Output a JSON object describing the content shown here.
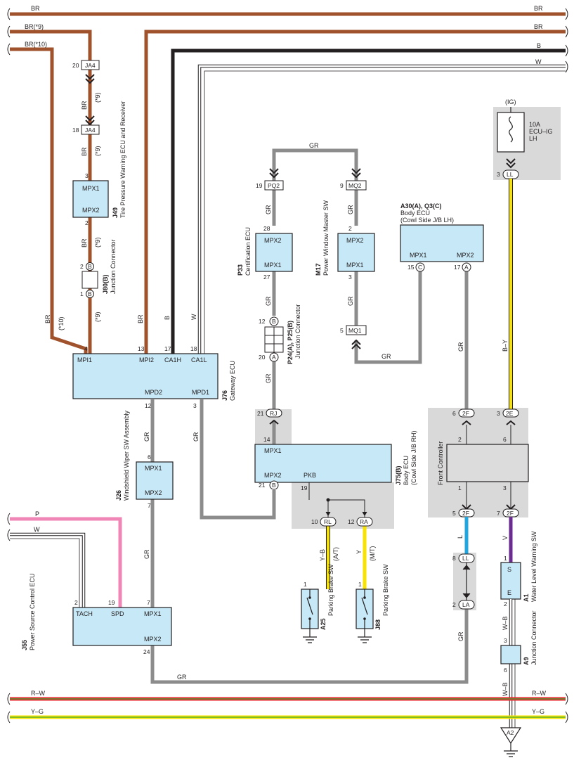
{
  "colors": {
    "BR": "#a0522d",
    "B": "#231f20",
    "GR": "#8c8c8c",
    "P": "#ef86b6",
    "Y": "#f7e200",
    "L": "#1fa6e0",
    "V": "#6a2c91",
    "R": "#e8262d",
    "G": "#3aa935",
    "W": "#ffffff"
  },
  "buses": {
    "br_top": "BR",
    "br_9": "BR(*9)",
    "br_10": "BR(*10)",
    "br_right1": "BR",
    "br_right2": "BR",
    "b_right": "B",
    "w_right": "W",
    "p_left": "P",
    "w_left": "W",
    "rw_left": "R–W",
    "rw_right": "R–W",
    "yg_left": "Y–G",
    "yg_right": "Y–G"
  },
  "components": {
    "j49": {
      "id": "J49",
      "name": "Tire Pressure Warning ECU and Receiver",
      "pin_top": "MPX1",
      "pin_bottom": "MPX2"
    },
    "j80": {
      "id": "J80(B)",
      "name": "Junction Connector"
    },
    "j76": {
      "id": "J76",
      "name": "Gateway ECU",
      "pins": [
        "MPI1",
        "MPI2",
        "CA1H",
        "CA1L",
        "MPD2",
        "MPD1"
      ]
    },
    "p33": {
      "id": "P33",
      "name": "Certification ECU",
      "pin_top": "MPX2",
      "pin_bottom": "MPX1"
    },
    "m17": {
      "id": "M17",
      "name": "Power Window Master SW",
      "pin_top": "MPX2",
      "pin_bottom": "MPX1"
    },
    "body_ecu": {
      "id": "A30(A), Q3(C)",
      "name": "Body ECU",
      "sub": "(Cowl Side J/B LH)",
      "pin_left": "MPX1",
      "pin_right": "MPX2"
    },
    "p24": {
      "id": "P24(A), P25(B)",
      "name": "Junction Connector"
    },
    "j75": {
      "id": "J75(B)",
      "name": "Body ECU",
      "sub": "(Cowl Side J/B RH)",
      "pin_top": "MPX1",
      "pin_bottom": "MPX2",
      "pin_pkb": "PKB"
    },
    "j26": {
      "id": "J26",
      "name": "Windshield Wiper SW Assembly",
      "pin_top": "MPX1",
      "pin_bottom": "MPX2"
    },
    "j55": {
      "id": "J55",
      "name": "Power Source Control ECU",
      "pins": [
        "TACH",
        "SPD",
        "MPX1",
        "MPX2"
      ]
    },
    "front_controller": {
      "name": "Front Controller"
    },
    "fuse": {
      "ig": "(IG)",
      "rating": "10A",
      "name": "ECU–IG",
      "side": "LH"
    },
    "a25": {
      "id": "A25",
      "name": "Parking Brake SW"
    },
    "j88": {
      "id": "J88",
      "name": "Parking Brake SW"
    },
    "a1": {
      "id": "A1",
      "name": "Water Level Warning SW",
      "pin_top": "S",
      "pin_bottom": "E"
    },
    "a9": {
      "id": "A9",
      "name": "Junction Connector"
    },
    "a2": {
      "id": "A2"
    }
  },
  "connectors": {
    "ja4_a": "JA4",
    "ja4_b": "JA4",
    "pq2": "PQ2",
    "mq2": "MQ2",
    "mq1": "MQ1",
    "rj": "RJ",
    "rl": "RL",
    "ra": "RA",
    "f2f_a": "2F",
    "f2e": "2E",
    "f2f_b": "2F",
    "f2f_c": "2F",
    "ll_a": "LL",
    "ll_b": "LL",
    "la": "LA",
    "b_a": "B",
    "b_b": "B",
    "b_c": "B",
    "a_a": "A",
    "c_a": "C",
    "a_b": "A",
    "b_d": "B"
  },
  "pins": {
    "ja4_a": "20",
    "ja4_b": "18",
    "j49_top": "3",
    "j49_bottom": "2",
    "j80_top": "2",
    "j80_bottom": "1",
    "j76_mpi1": "4",
    "j76_mpi2": "13",
    "j76_ca1h": "17",
    "j76_ca1l": "18",
    "j76_mpd2": "12",
    "j76_mpd1": "3",
    "pq2": "19",
    "mq2": "9",
    "p33_top": "28",
    "p33_bottom": "27",
    "m17_top": "2",
    "m17_bottom": "3",
    "mq1": "5",
    "body_c": "15",
    "body_a": "17",
    "p24_top": "12",
    "p24_bottom": "20",
    "rj": "21",
    "j75_top": "14",
    "j75_bottom": "21",
    "pkb": "19",
    "rl": "10",
    "ra": "12",
    "j26_top": "6",
    "j26_bottom": "7",
    "j55_tach": "2",
    "j55_spd": "19",
    "j55_mpx1": "7",
    "j55_mpx2": "24",
    "f2f_a": "6",
    "f2e": "3",
    "fc_l_top": "2",
    "fc_r_top": "6",
    "fc_l_bot": "1",
    "fc_r_bot": "3",
    "f2f_b": "5",
    "f2f_c": "7",
    "ll_a": "3",
    "ll_b": "8",
    "la": "2",
    "a25": "1",
    "j88": "1",
    "a1_top": "1",
    "a1_bottom": "2",
    "a9_top": "3",
    "a9_bottom": "6"
  },
  "wires": {
    "br9_a": "BR",
    "br9_a_note": "(*9)",
    "br9_b": "BR",
    "br9_b_note": "(*9)",
    "br9_c": "BR",
    "br9_c_note": "(*9)",
    "br9_d": "BR",
    "br9_d_note": "(*9)",
    "br10": "BR",
    "br10_note": "(*10)",
    "br_mpi2": "BR",
    "b_ca1h": "B",
    "w_ca1l": "W",
    "gr_top": "GR",
    "gr_pq2": "GR",
    "gr_mq2": "GR",
    "gr_p33": "GR",
    "gr_m17": "GR",
    "gr_mq1": "GR",
    "gr_body": "GR",
    "by": "B–Y",
    "gr_p24": "GR",
    "gr_j76l": "GR",
    "gr_j76r": "GR",
    "gr_j26": "GR",
    "gr_bottom": "GR",
    "gr_right": "GR",
    "yb": "Y–B",
    "yb_note": "(A/T)",
    "y": "Y",
    "y_note": "(M/T)",
    "l": "L",
    "v": "V",
    "wb_a": "W–B",
    "wb_b": "W–B"
  }
}
